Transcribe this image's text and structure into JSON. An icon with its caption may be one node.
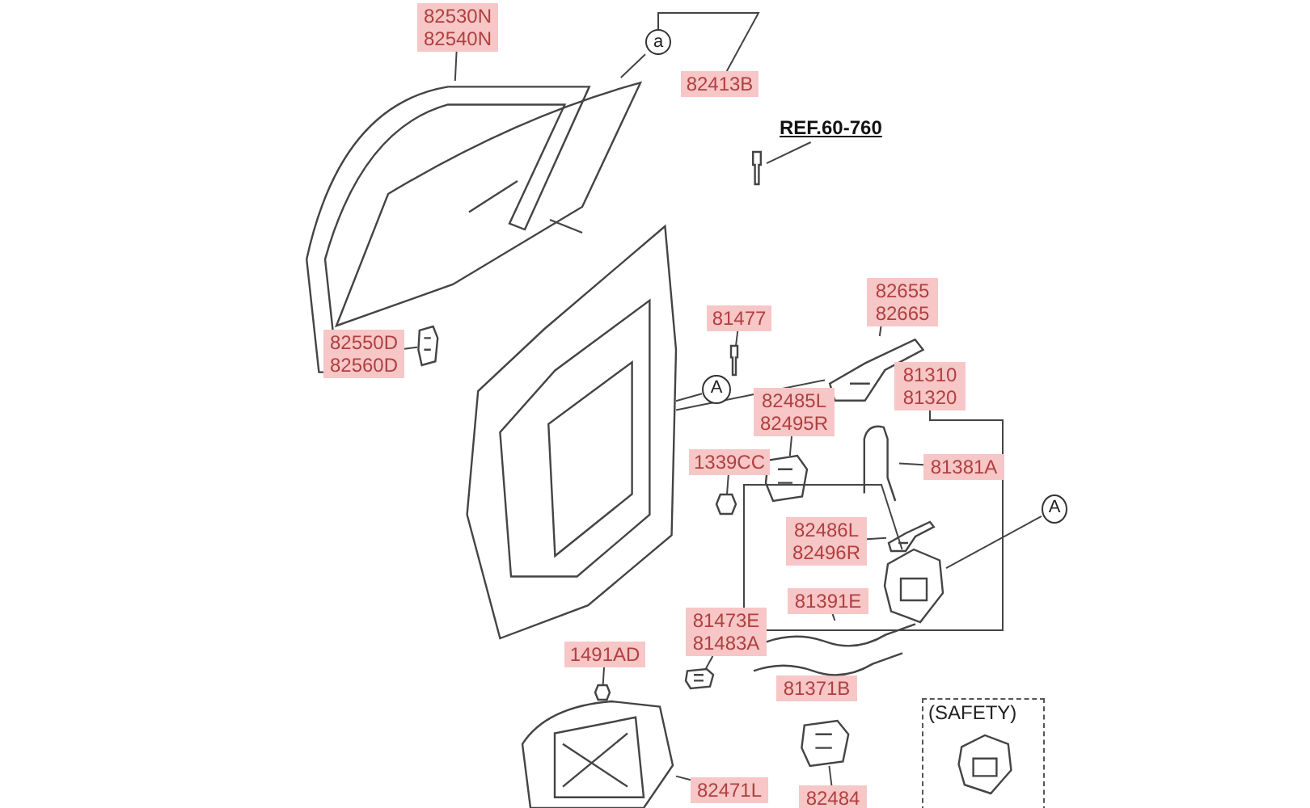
{
  "diagram": {
    "nodes": [
      {
        "text": [
          "82530N 82540N"
        ]
      },
      {
        "text": [],
        "shape": "picture"
      },
      {
        "text": [
          "82413B"
        ]
      },
      {
        "text": [
          "a"
        ]
      },
      {
        "text": [],
        "shape": "picture"
      },
      {
        "text": [
          "REF.60-760"
        ]
      },
      {
        "text": [],
        "shape": "picture"
      },
      {
        "text": [
          "82550D 82560D"
        ]
      },
      {
        "text": [],
        "shape": "picture"
      },
      {
        "text": [
          "81477"
        ]
      },
      {
        "text": [],
        "shape": "picture"
      },
      {
        "text": [
          "82655 82665"
        ]
      },
      {
        "text": [],
        "shape": "picture"
      },
      {
        "text": [
          "82485L 82495R"
        ]
      },
      {
        "text": [],
        "shape": "picture"
      },
      {
        "text": [
          "81310 81320"
        ]
      },
      {
        "text": [],
        "shape": "picture"
      },
      {
        "text": [
          "81381A"
        ]
      },
      {
        "text": [],
        "shape": "picture"
      },
      {
        "text": [
          "1339CC"
        ]
      },
      {
        "text": [],
        "shape": "picture"
      },
      {
        "text": [
          "82486L 82496R"
        ]
      },
      {
        "text": [],
        "shape": "picture"
      },
      {
        "text": [
          "A"
        ]
      },
      {
        "text": [],
        "shape": "picture"
      },
      {
        "text": [
          "81473E 81483A"
        ]
      },
      {
        "text": [],
        "shape": "picture"
      },
      {
        "text": [
          "81391E"
        ]
      },
      {
        "text": [],
        "shape": "picture"
      },
      {
        "text": [
          "81371B"
        ]
      },
      {
        "text": [],
        "shape": "picture"
      },
      {
        "text": [
          "1491AD"
        ]
      },
      {
        "text": [],
        "shape": "picture"
      },
      {
        "text": [
          "82471L"
        ]
      },
      {
        "text": [],
        "shape": "picture"
      },
      {
        "text": [
          "82484"
        ]
      },
      {
        "text": [],
        "shape": "picture"
      },
      {
        "text": [
          "(SAFETY)"
        ]
      },
      {
        "text": [],
        "shape": "picture",
        "in": 37
      },
      {
        "text": [
          "A"
        ]
      }
    ],
    "edges": [
      {
        "from": 0,
        "to": 1,
        "arrow": "none"
      },
      {
        "from": 2,
        "to": 3,
        "arrow": "none"
      },
      {
        "from": 3,
        "to": 4,
        "arrow": "none"
      },
      {
        "from": 5,
        "to": 6,
        "arrow": "none"
      },
      {
        "from": 7,
        "to": 8,
        "arrow": "none"
      },
      {
        "from": 9,
        "to": 10,
        "arrow": "none"
      },
      {
        "from": 11,
        "to": 12,
        "arrow": "none"
      },
      {
        "from": 13,
        "to": 14,
        "arrow": "none"
      },
      {
        "from": 15,
        "to": 16,
        "arrow": "none"
      },
      {
        "from": 17,
        "to": 18,
        "arrow": "none"
      },
      {
        "from": 19,
        "to": 20,
        "arrow": "none"
      },
      {
        "from": 21,
        "to": 22,
        "arrow": "none"
      },
      {
        "from": 23,
        "to": 24,
        "arrow": "none"
      },
      {
        "from": 25,
        "to": 26,
        "arrow": "none"
      },
      {
        "from": 27,
        "to": 28,
        "arrow": "none"
      },
      {
        "from": 29,
        "to": 30,
        "arrow": "none"
      },
      {
        "from": 31,
        "to": 32,
        "arrow": "none"
      },
      {
        "from": 33,
        "to": 34,
        "arrow": "none"
      },
      {
        "from": 35,
        "to": 36,
        "arrow": "none"
      },
      {
        "from": 39,
        "to": 16,
        "arrow": "none"
      },
      {
        "from": 12,
        "to": 24,
        "arrow": "none"
      }
    ]
  }
}
